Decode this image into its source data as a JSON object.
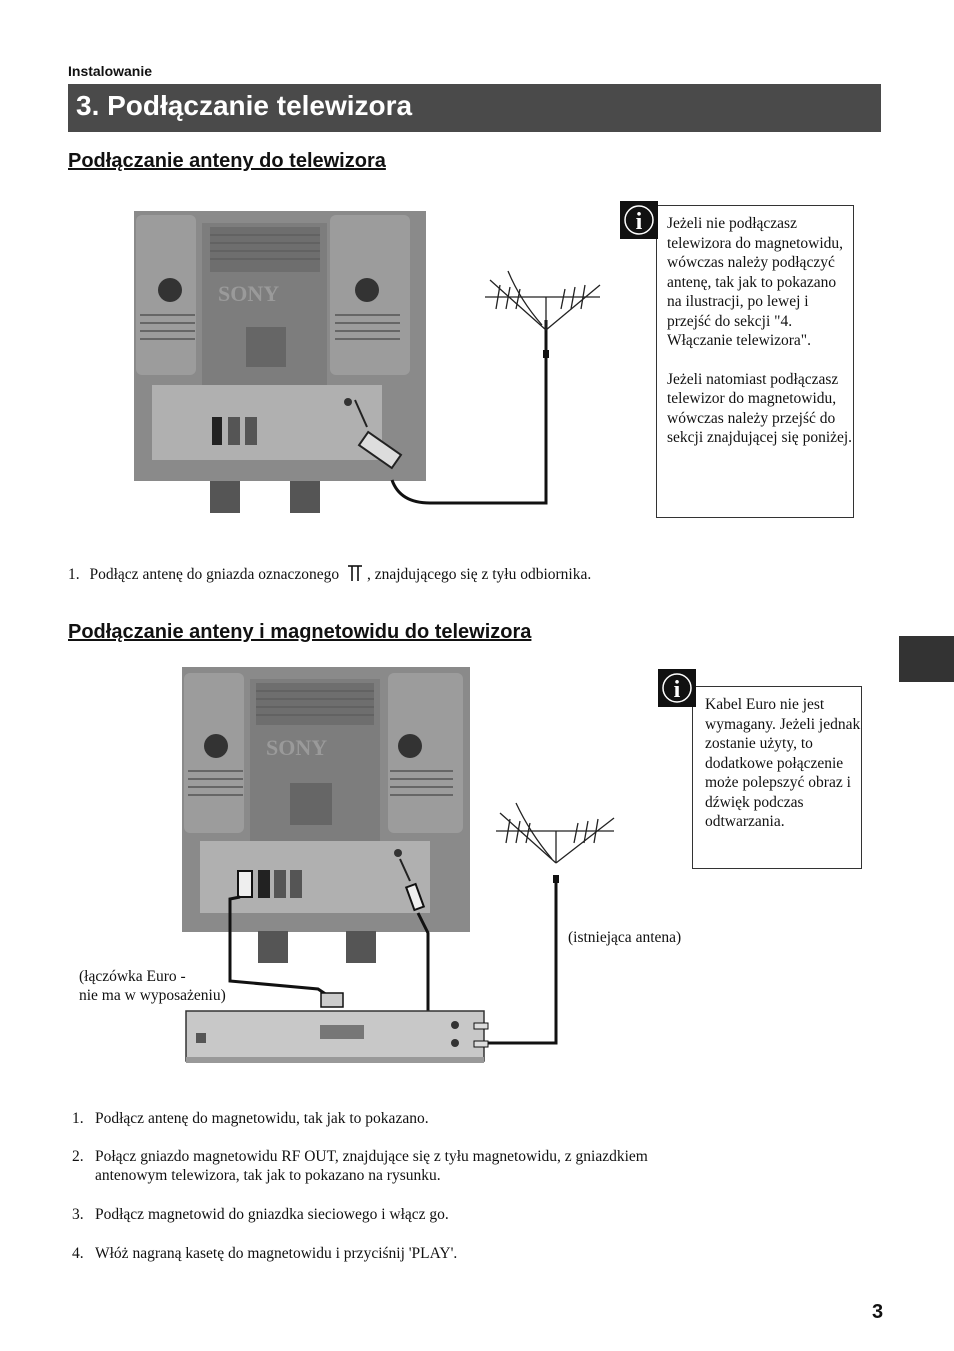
{
  "header": {
    "section_label": "Instalowanie",
    "title": "3. Podłączanie telewizora"
  },
  "section1": {
    "heading": "Podłączanie anteny do telewizora",
    "note": {
      "para1": "Jeżeli nie podłączasz telewizora do magnetowidu, wówczas należy podłączyć antenę, tak jak to pokazano na ilustracji, po lewej i przejść do sekcji \"4. Włączanie telewizora\".",
      "para2": "Jeżeli natomiast podłączasz telewizor do magnetowidu, wówczas należy przejść do sekcji znajdującej się poniżej."
    },
    "step1_num": "1.",
    "step1_before": "Podłącz antenę do gniazda oznaczonego",
    "step1_after": ", znajdującego się z tyłu odbiornika."
  },
  "section2": {
    "heading": "Podłączanie anteny i magnetowidu do telewizora",
    "note": "Kabel Euro nie jest wymagany. Jeżeli jednak zostanie użyty, to dodatkowe połączenie może polepszyć obraz i dźwięk podczas odtwarzania.",
    "caption_antenna": "(istniejąca antena)",
    "caption_euro_line1": "(łączówka Euro -",
    "caption_euro_line2": "nie ma w wyposażeniu)",
    "steps": [
      {
        "num": "1.",
        "text": "Podłącz antenę do magnetowidu, tak jak to pokazano."
      },
      {
        "num": "2.",
        "text": "Połącz gniazdo magnetowidu RF OUT, znajdujące się z tyłu magnetowidu, z gniazdkiem antenowym telewizora, tak jak to pokazano na rysunku."
      },
      {
        "num": "3.",
        "text": "Podłącz magnetowid do gniazdka sieciowego i włącz go."
      },
      {
        "num": "4.",
        "text": "Włóż nagraną kasetę do magnetowidu i przyciśnij 'PLAY'."
      }
    ]
  },
  "tv_logo": "SONY",
  "page_number": "3",
  "icons": [
    "info-icon",
    "antenna-socket-icon"
  ]
}
